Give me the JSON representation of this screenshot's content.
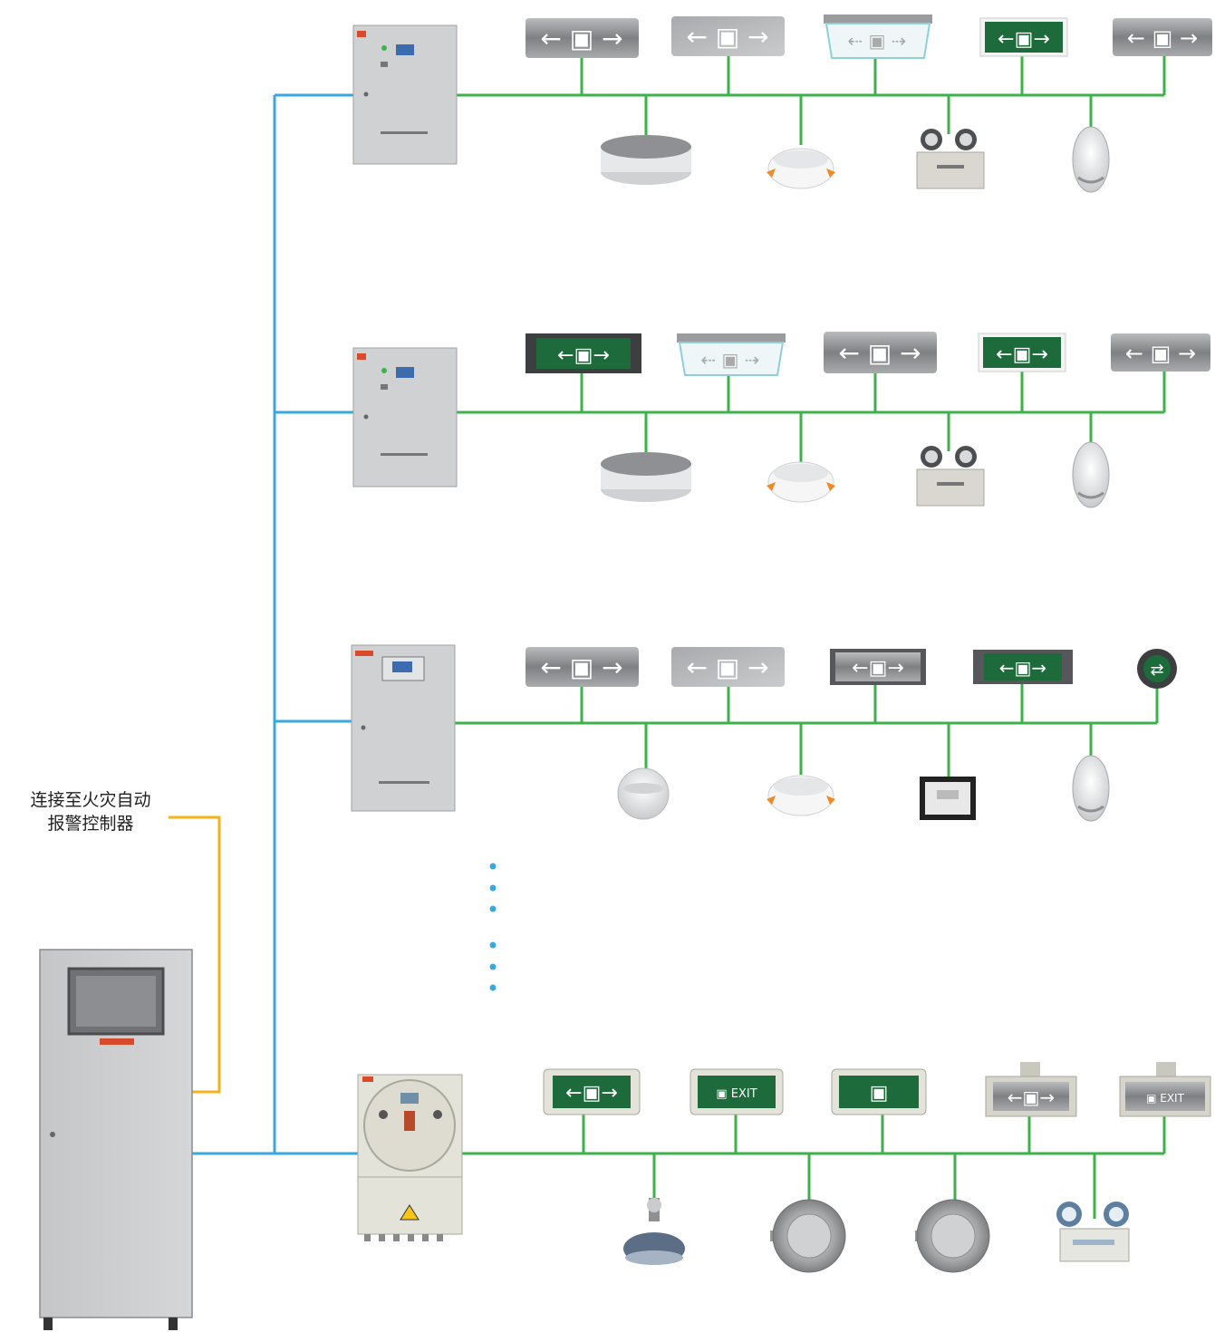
{
  "note": {
    "line1": "连接至火灾自动",
    "line2": "报警控制器"
  },
  "colors": {
    "bus_blue": "#3aa8e0",
    "branch_green": "#3db24a",
    "alarm_orange": "#f5b21a",
    "cabinet_grey": "#c9cbcd",
    "sign_green": "#1d6b3a",
    "steel": "#9a9c9e"
  },
  "rows": [
    {
      "panel": "distribution-box",
      "signs": [
        "steel-exit-sign",
        "brushed-exit-sign",
        "glass-exit-sign",
        "green-exit-sign",
        "steel-exit-sign"
      ],
      "lamps": [
        "ceiling-lamp",
        "downlight",
        "twin-head-emergency-light",
        "wall-lamp"
      ]
    },
    {
      "panel": "distribution-box",
      "signs": [
        "black-frame-exit-sign",
        "glass-exit-sign",
        "steel-exit-sign",
        "green-exit-sign",
        "steel-exit-sign"
      ],
      "lamps": [
        "ceiling-lamp",
        "downlight",
        "twin-head-emergency-light",
        "wall-lamp"
      ]
    },
    {
      "panel": "power-cabinet",
      "signs": [
        "steel-exit-sign",
        "brushed-exit-sign",
        "steel-exit-sign",
        "green-exit-sign",
        "round-direction-sign"
      ],
      "lamps": [
        "dome-lamp",
        "downlight",
        "floor-indicator-sign",
        "wall-lamp"
      ]
    },
    {
      "panel": "explosion-proof-box",
      "signs": [
        "ex-exit-sign-arrows",
        "ex-exit-sign-text",
        "ex-exit-sign",
        "ex-steel-exit-sign",
        "ex-steel-exit-sign-text"
      ],
      "lamps": [
        "high-bay-lamp",
        "ex-ceiling-lamp",
        "ex-ceiling-lamp",
        "ex-twin-head-emergency-light"
      ]
    }
  ]
}
